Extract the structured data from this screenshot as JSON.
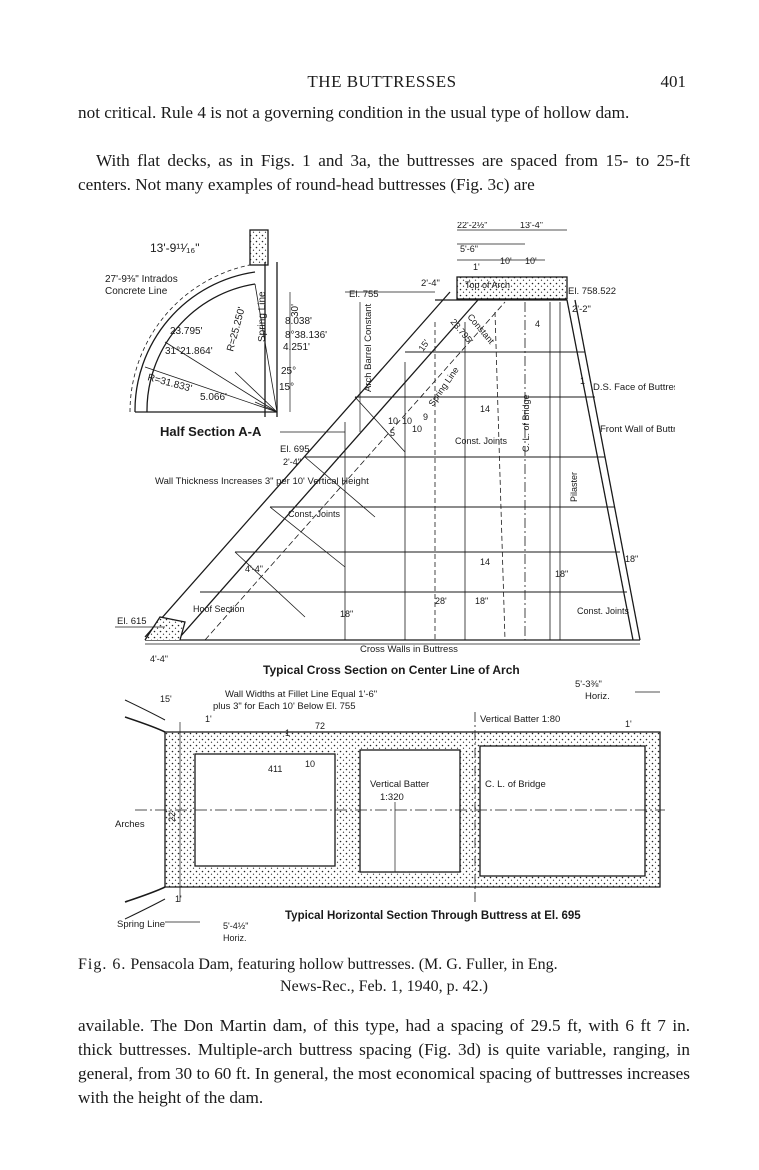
{
  "running_head": {
    "title": "THE BUTTRESSES",
    "page_number": "401"
  },
  "paragraphs": {
    "p1": "not critical. Rule 4 is not a governing condition in the usual type of hollow dam.",
    "p2": "With flat decks, as in Figs. 1 and 3a, the buttresses are spaced from 15- to 25-ft centers. Not many examples of round-head buttresses (Fig. 3c) are",
    "p3": "available. The Don Martin dam, of this type, had a spacing of 29.5 ft, with 6 ft 7 in. thick buttresses. Multiple-arch buttress spacing (Fig. 3d) is quite variable, ranging, in general, from 30 to 60 ft. In general, the most economical spacing of buttresses increases with the height of the dam."
  },
  "figure": {
    "half_section": {
      "title": "Half Section A-A",
      "dim_top": "13'-9¹¹⁄₁₆\"",
      "intrados": "27'-9⅜\" Intrados",
      "concrete_line": "Concrete Line",
      "radius_1": "R=25.250'",
      "radius_2": "R=31.833'",
      "spring_line": "Spring Line",
      "d_23795": "23.795'",
      "angle_1": "31°21.864'",
      "d_5066": "5.066'",
      "d_8038": "8.038'",
      "angle_2": "8°38.136'",
      "d_4251": "4.251'",
      "angle_25": "25°",
      "angle_15": "15°",
      "d_30": "30'"
    },
    "cross_section": {
      "title": "Typical Cross Section on Center Line of Arch",
      "el_755": "El. 755",
      "el_695": "El. 695",
      "el_615": "El. 615",
      "el_758": "El. 758.522",
      "d_2_4a": "2'-4\"",
      "d_2_4b": "2'-4\"",
      "d_2_2": "2'-2\"",
      "d_22": "22'-2½\"",
      "d_13_4": "13'-4\"",
      "d_5_6": "5'-6\"",
      "d_10a": "10'",
      "d_10b": "10'",
      "d_1": "1'",
      "top_of_arch": "Top of Arch",
      "d_23795": "23.795'",
      "constant": "Constant",
      "spring_line": "Spring Line",
      "cl_bridge": "C. L. of Bridge",
      "arch_barrel": "Arch Barrel Constant",
      "ds_face": "D.S. Face of Buttress",
      "front_wall": "Front Wall of Buttress",
      "const_joints_1": "Const. Joints",
      "const_joints_2": "Const. Joints",
      "const_joints_3": "Const. Joints",
      "wall_thickness": "Wall Thickness Increases 3\" per 10' Vertical Height",
      "pilaster": "Pilaster",
      "hoof_section": "Hoof Section",
      "cross_walls": "Cross Walls in Buttress",
      "d_4_4a": "4'-4\"",
      "d_4_4b": "4'-4\"",
      "d_18a": "18\"",
      "d_18b": "18\"",
      "d_18c": "18\"",
      "d_18d": "18\"",
      "d_28": "28'",
      "d_15": "15'",
      "n_10a": "10",
      "n_10b": "10",
      "n_10c": "10",
      "n_9": "9",
      "n_5": "5",
      "n_4": "4",
      "n_14a": "14",
      "n_14b": "14",
      "n_1": "1"
    },
    "horizontal_section": {
      "title": "Typical Horizontal Section Through Buttress at El. 695",
      "wall_widths_1": "Wall Widths at Fillet Line Equal 1'-6\"",
      "wall_widths_2": "plus 3\" for Each 10' Below El. 755",
      "vertical_batter_1": "Vertical Batter 1:80",
      "vertical_batter_2": "Vertical Batter",
      "ratio_320": "1:320",
      "cl_bridge": "C. L. of Bridge",
      "horiz_top": "5'-3⅜\"",
      "horiz_top_2": "Horiz.",
      "horiz_bot": "5'-4½\"",
      "horiz_bot_2": "Horiz.",
      "d_15": "15'",
      "d_1a": "1'",
      "d_1b": "1'",
      "d_1c": "1'",
      "d_22": "22'",
      "n_72": "72",
      "n_411": "411",
      "n_10": "10",
      "n_1": "1",
      "arches": "Arches",
      "spring_line": "Spring Line"
    }
  },
  "caption": {
    "fig_no": "Fig. 6.",
    "text": "Pensacola Dam, featuring hollow buttresses. (M. G. Fuller, in Eng.",
    "text2": "News-Rec., Feb. 1, 1940, p. 42.)"
  }
}
